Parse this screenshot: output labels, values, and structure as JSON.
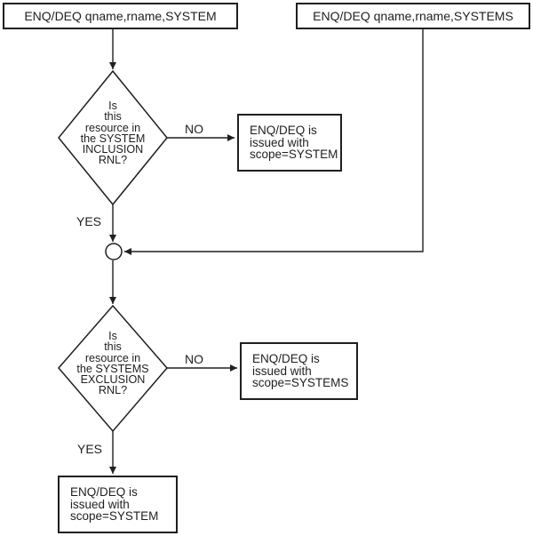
{
  "nodes": {
    "enq_system": {
      "label": "ENQ/DEQ qname,rname,SYSTEM"
    },
    "enq_systems": {
      "label": "ENQ/DEQ qname,rname,SYSTEMS"
    },
    "decision_inclusion": {
      "label": "Is\nthis\nresource in\nthe SYSTEM\nINCLUSION\nRNL?"
    },
    "scope_system_no": {
      "label": "ENQ/DEQ is\nissued with\nscope=SYSTEM"
    },
    "decision_exclusion": {
      "label": "Is\nthis\nresource in\nthe SYSTEMS\nEXCLUSION\nRNL?"
    },
    "scope_systems_no": {
      "label": "ENQ/DEQ is\nissued with\nscope=SYSTEMS"
    },
    "scope_system_yes": {
      "label": "ENQ/DEQ is\nissued with\nscope=SYSTEM"
    }
  },
  "edge_labels": {
    "no_inclusion": "NO",
    "yes_inclusion": "YES",
    "no_exclusion": "NO",
    "yes_exclusion": "YES"
  },
  "colors": {
    "line": "#1f1f1f",
    "text": "#1f1f1f",
    "background": "#ffffff"
  }
}
